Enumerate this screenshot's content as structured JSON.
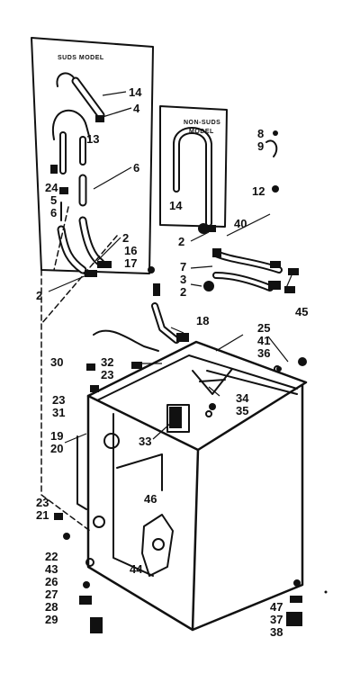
{
  "diagram": {
    "panel_left_title": "SUDS MODEL",
    "panel_right_title_line1": "NON-SUDS",
    "panel_right_title_line2": "MODEL"
  },
  "callouts": {
    "n2": "2",
    "n3": "3",
    "n4": "4",
    "n5": "5",
    "n6": "6",
    "n7": "7",
    "n8": "8",
    "n9": "9",
    "n12": "12",
    "n13": "13",
    "n14": "14",
    "n16": "16",
    "n17": "17",
    "n18": "18",
    "n19": "19",
    "n20": "20",
    "n21": "21",
    "n22": "22",
    "n23": "23",
    "n24": "24",
    "n25": "25",
    "n26": "26",
    "n27": "27",
    "n28": "28",
    "n29": "29",
    "n30": "30",
    "n31": "31",
    "n32": "32",
    "n33": "33",
    "n34": "34",
    "n35": "35",
    "n36": "36",
    "n37": "37",
    "n38": "38",
    "n40": "40",
    "n41": "41",
    "n43": "43",
    "n44": "44",
    "n45": "45",
    "n46": "46",
    "n47": "47"
  }
}
